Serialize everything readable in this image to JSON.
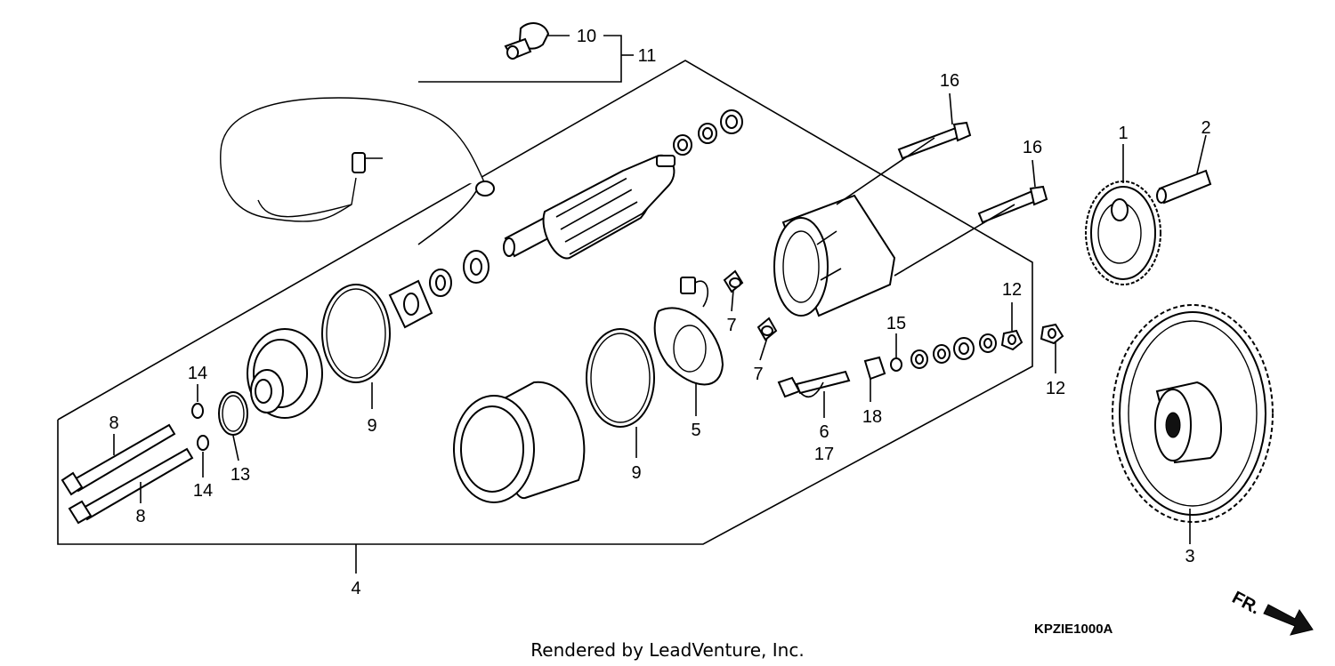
{
  "diagram": {
    "code": "KPZIE1000A",
    "credit": "Rendered by LeadVenture, Inc.",
    "direction_label": "FR.",
    "callouts": [
      "1",
      "2",
      "3",
      "4",
      "5",
      "6",
      "7",
      "7",
      "8",
      "8",
      "9",
      "9",
      "10",
      "11",
      "12",
      "12",
      "13",
      "14",
      "14",
      "15",
      "16",
      "16",
      "17",
      "18"
    ]
  }
}
